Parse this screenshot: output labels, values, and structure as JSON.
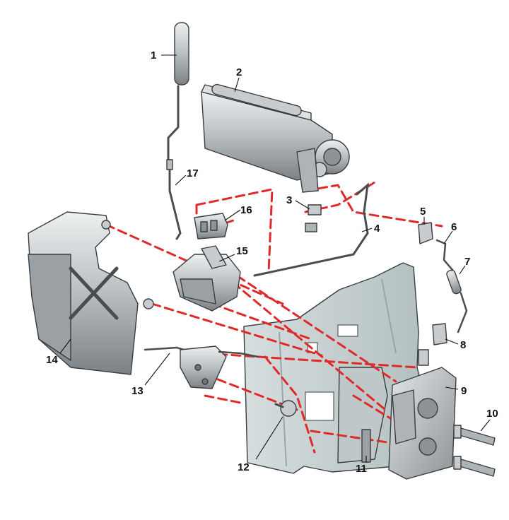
{
  "callouts": {
    "c1": "1",
    "c2": "2",
    "c3": "3",
    "c4": "4",
    "c5": "5",
    "c6": "6",
    "c7": "7",
    "c8": "8",
    "c9": "9",
    "c10": "10",
    "c11": "11",
    "c12": "12",
    "c13": "13",
    "c14": "14",
    "c15": "15",
    "c16": "16",
    "c17": "17"
  },
  "colors": {
    "guide_lines": "#e02a2a",
    "metal_light": "#d7dadc",
    "metal_mid": "#aeb3b6",
    "metal_dark": "#6f7477",
    "door_panel": "#c9d3d3"
  }
}
